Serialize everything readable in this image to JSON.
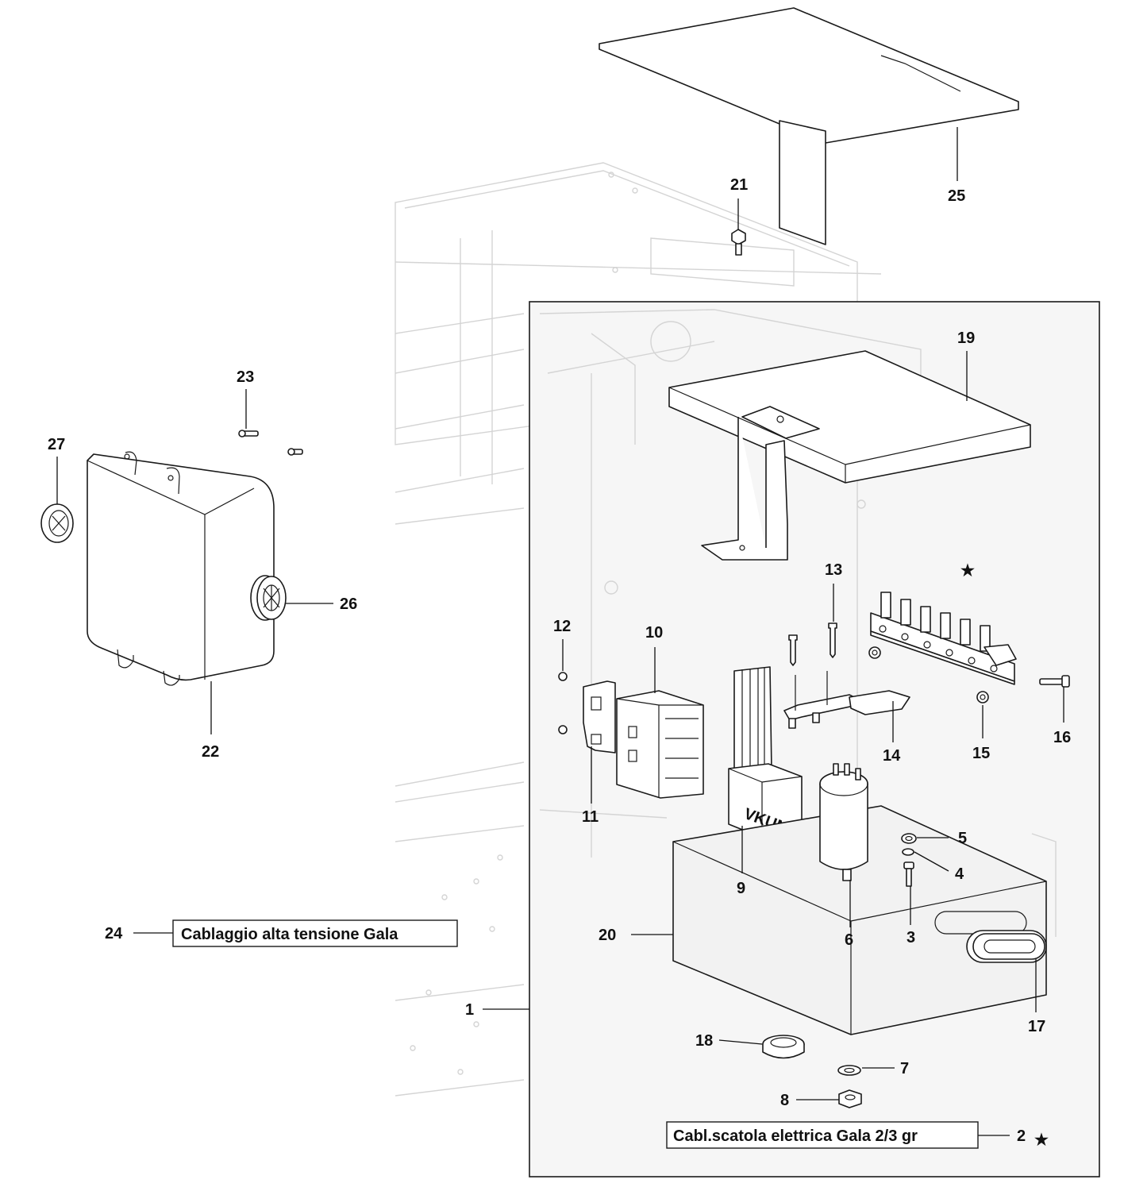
{
  "callouts": {
    "c1": "1",
    "c2": "2",
    "c3": "3",
    "c4": "4",
    "c5": "5",
    "c6": "6",
    "c7": "7",
    "c8": "8",
    "c9": "9",
    "c10": "10",
    "c11": "11",
    "c12": "12",
    "c13": "13",
    "c14": "14",
    "c15": "15",
    "c16": "16",
    "c17": "17",
    "c18": "18",
    "c19": "19",
    "c20": "20",
    "c21": "21",
    "c22": "22",
    "c23": "23",
    "c24": "24",
    "c25": "25",
    "c26": "26",
    "c27": "27"
  },
  "labels": {
    "wiring_high_voltage": "Cablaggio alta tensione Gala",
    "wiring_electric_box": "Cabl.scatola elettrica Gala 2/3 gr"
  },
  "markers": {
    "star": "★"
  },
  "relay_brand": "VKUNA",
  "colors": {
    "line": "#1a1a1a",
    "ghost": "#d4d4d4",
    "inset_fill": "#f6f6f6"
  }
}
